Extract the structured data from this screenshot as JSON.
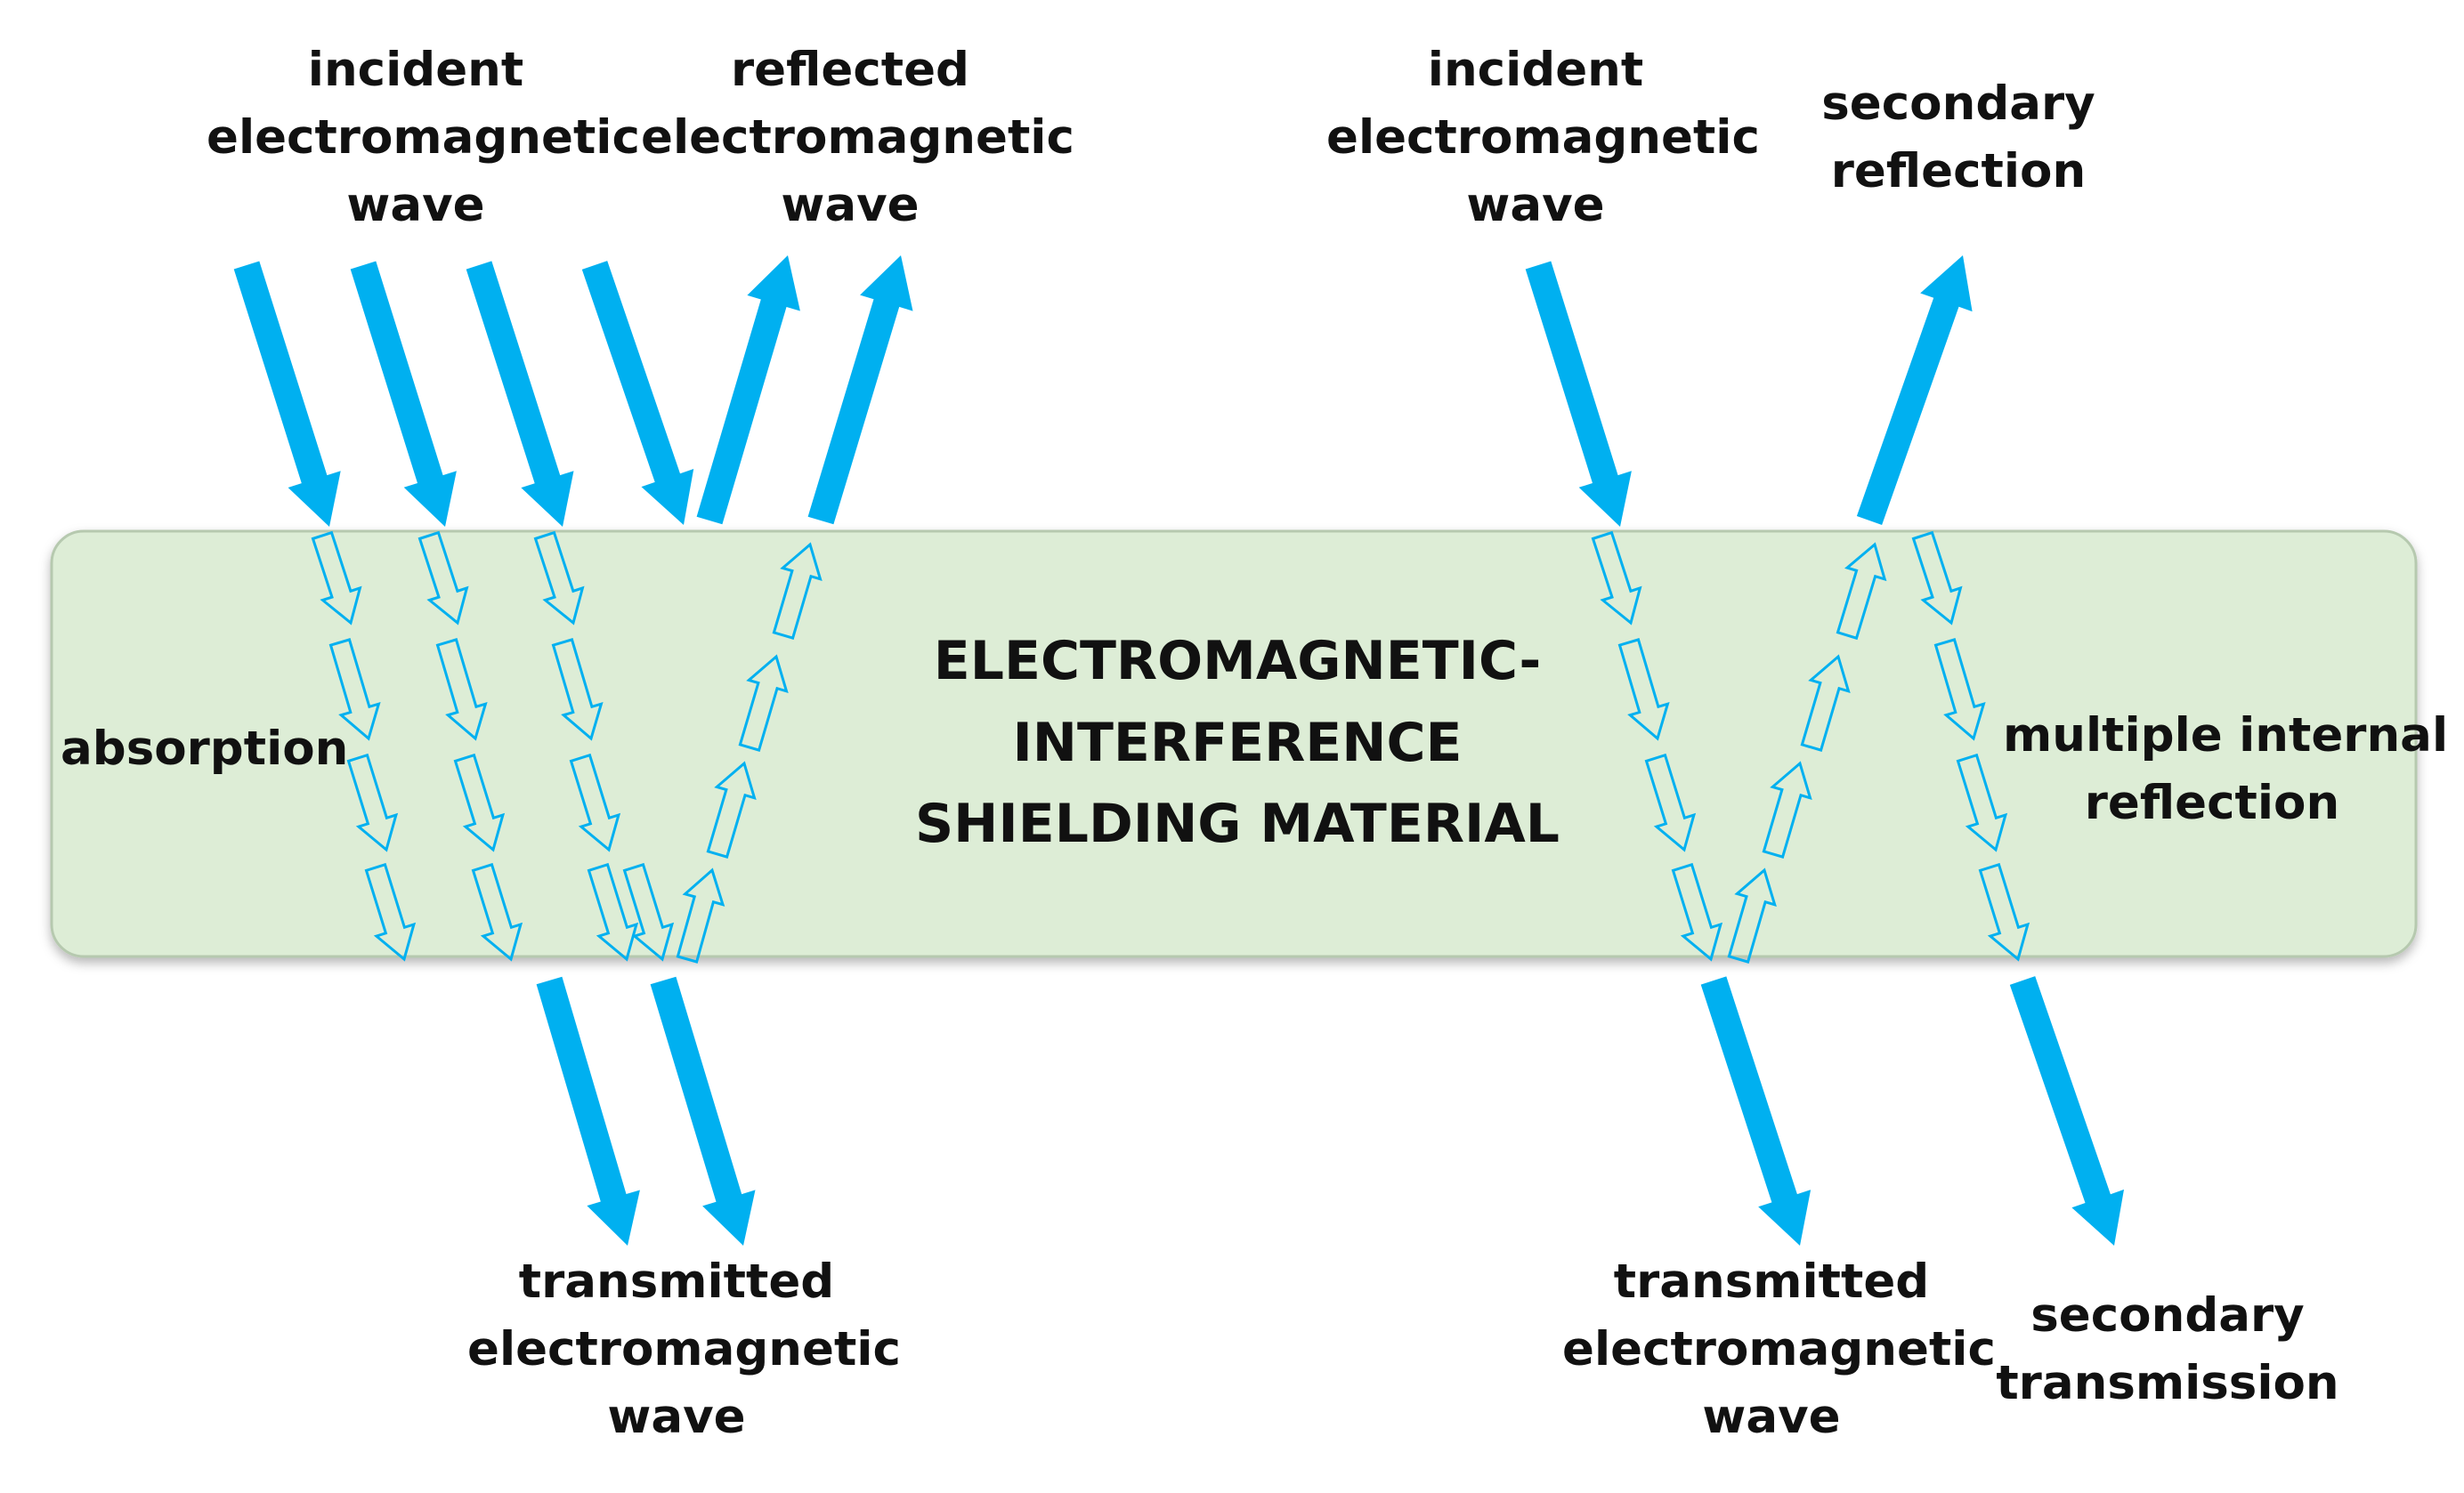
{
  "colors": {
    "arrow": "#00B0F0",
    "material_fill": "#DDEDD6",
    "material_stroke": "#B6C9AF",
    "text": "#111111"
  },
  "material": {
    "title_lines": [
      "ELECTROMAGNETIC-",
      "INTERFERENCE",
      "SHIELDING MATERIAL"
    ]
  },
  "labels": {
    "left_incident": [
      "incident",
      "electromagnetic",
      "wave"
    ],
    "left_reflected": [
      "reflected",
      "electromagnetic",
      "wave"
    ],
    "absorption": "absorption",
    "left_transmitted": [
      "transmitted",
      "electromagnetic",
      "wave"
    ],
    "right_incident": [
      "incident",
      "electromagnetic",
      "wave"
    ],
    "secondary_reflection": [
      "secondary",
      "reflection"
    ],
    "multiple_internal_reflection": [
      "multiple internal",
      "reflection"
    ],
    "right_transmitted": [
      "transmitted",
      "electromagnetic",
      "wave"
    ],
    "secondary_transmission": [
      "secondary",
      "transmission"
    ]
  }
}
